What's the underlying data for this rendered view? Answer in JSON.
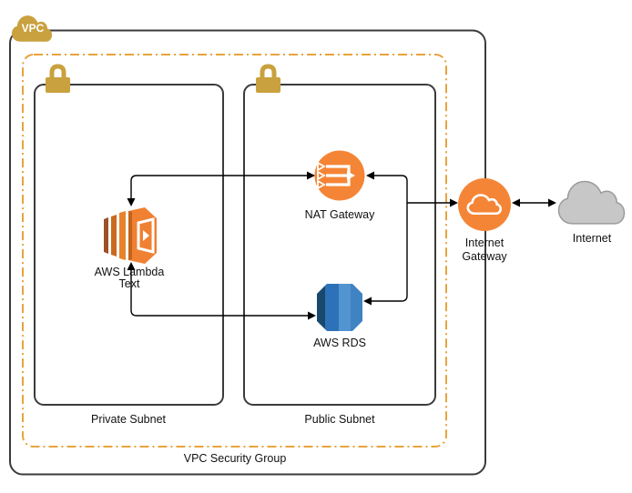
{
  "diagram": {
    "kind": "aws-vpc-architecture",
    "vpc": {
      "badge_label": "VPC",
      "security_group_label": "VPC Security Group"
    },
    "subnets": {
      "private": {
        "label": "Private Subnet",
        "has_lock_icon": true
      },
      "public": {
        "label": "Public Subnet",
        "has_lock_icon": true
      }
    },
    "nodes": {
      "lambda": {
        "label_line1": "AWS Lambda",
        "label_line2": "Text",
        "icon": "aws-lambda-icon",
        "subnet": "private"
      },
      "nat": {
        "label": "NAT Gateway",
        "icon": "nat-gateway-icon",
        "subnet": "public"
      },
      "rds": {
        "label": "AWS RDS",
        "icon": "aws-rds-icon",
        "subnet": "public"
      },
      "igw": {
        "label_line1": "Internet",
        "label_line2": "Gateway",
        "icon": "internet-gateway-icon",
        "on": "vpc-border"
      },
      "internet": {
        "label": "Internet",
        "icon": "internet-cloud-icon",
        "outside_vpc": true
      }
    },
    "edges": [
      {
        "between": [
          "NAT Gateway",
          "AWS Lambda"
        ],
        "arrowheads": "both-ends"
      },
      {
        "between": [
          "AWS Lambda",
          "AWS RDS"
        ],
        "arrowheads": "both-ends"
      },
      {
        "between": [
          "Internet Gateway",
          "NAT Gateway"
        ],
        "arrowheads": "into-nat-and-into-igw"
      },
      {
        "between": [
          "Internet Gateway",
          "AWS RDS"
        ],
        "arrowheads": "into-rds"
      },
      {
        "between": [
          "Internet Gateway",
          "Internet"
        ],
        "arrowheads": "both-ends"
      }
    ],
    "colors": {
      "aws_orange": "#F58536",
      "lambda_main": "#F08032",
      "security_group_border": "#E8A33D",
      "gold": "#C9A13E",
      "internet_gray": "#C7C7C7",
      "rds_dark": "#19486F",
      "rds_mid": "#2D72B8",
      "rds_light": "#5294CF",
      "rds_edge": "#4083C2",
      "line": "#000000",
      "box_border": "#3B3B3B"
    }
  }
}
